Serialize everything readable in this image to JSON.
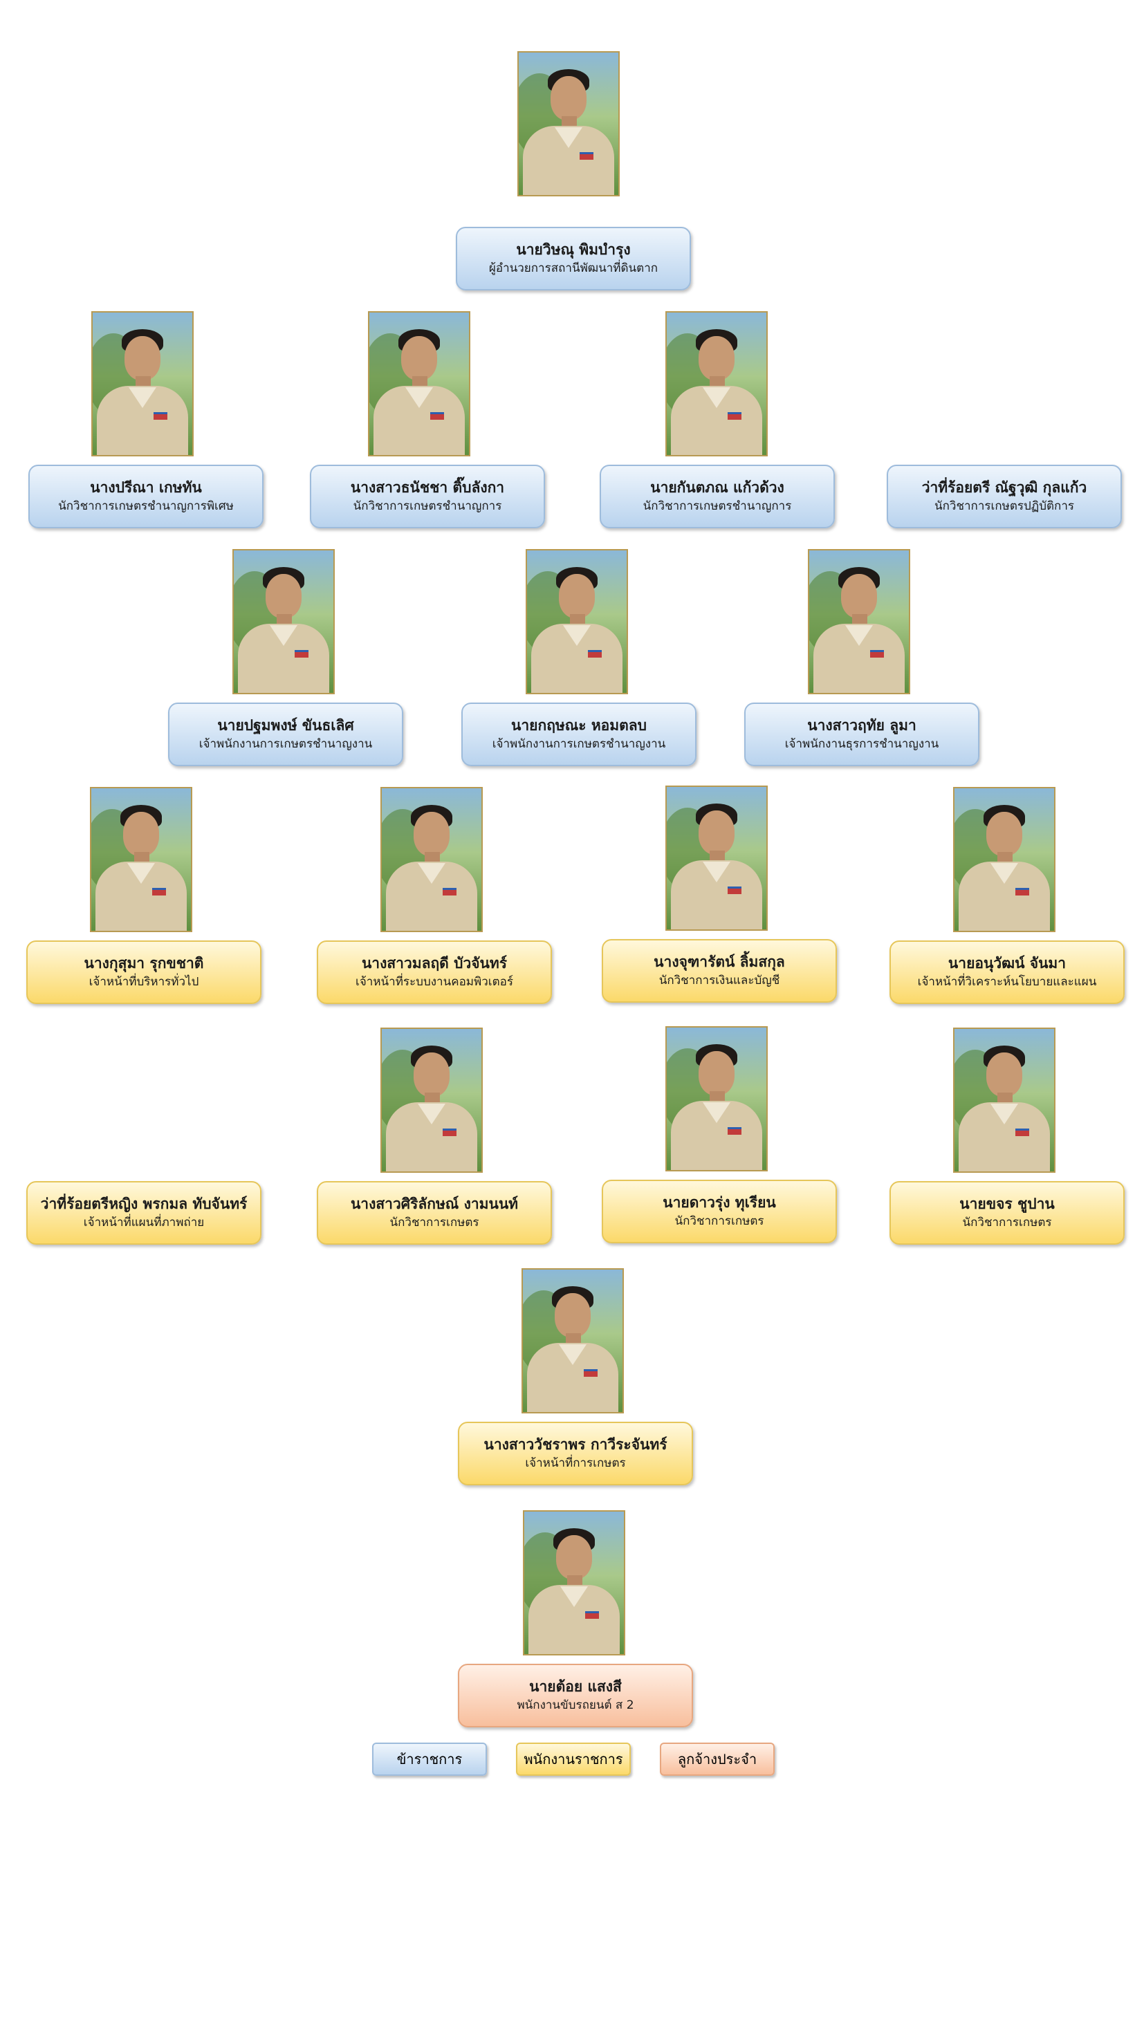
{
  "colors": {
    "civil": "#b9d3ee",
    "staff": "#fbd96a",
    "permanent": "#f8bf9d"
  },
  "people": [
    {
      "id": "director",
      "name": "นายวิษณุ พิมบำรุง",
      "title": "ผู้อำนวยการสถานีพัฒนาที่ดินตาก",
      "category": "civil",
      "has_photo": true
    },
    {
      "id": "p1",
      "name": "นางปรีณา เกษทัน",
      "title": "นักวิชาการเกษตรชำนาญการพิเศษ",
      "category": "civil",
      "has_photo": true
    },
    {
      "id": "p2",
      "name": "นางสาวธนัชชา ติ๊บลังกา",
      "title": "นักวิชาการเกษตรชำนาญการ",
      "category": "civil",
      "has_photo": true
    },
    {
      "id": "p3",
      "name": "นายกันตภณ แก้วด้วง",
      "title": "นักวิชาการเกษตรชำนาญการ",
      "category": "civil",
      "has_photo": true
    },
    {
      "id": "p4",
      "name": "ว่าที่ร้อยตรี ณัฐวุฒิ  กุลแก้ว",
      "title": "นักวิชาการเกษตรปฏิบัติการ",
      "category": "civil",
      "has_photo": false
    },
    {
      "id": "p5",
      "name": "นายปฐมพงษ์ ขันธเลิศ",
      "title": "เจ้าพนักงานการเกษตรชำนาญงาน",
      "category": "civil",
      "has_photo": true
    },
    {
      "id": "p6",
      "name": "นายกฤษณะ หอมตลบ",
      "title": "เจ้าพนักงานการเกษตรชำนาญงาน",
      "category": "civil",
      "has_photo": true
    },
    {
      "id": "p7",
      "name": "นางสาวฤทัย ลูมา",
      "title": "เจ้าพนักงานธุรการชำนาญงาน",
      "category": "civil",
      "has_photo": true
    },
    {
      "id": "p8",
      "name": "นางกุสุมา รุกขชาติ",
      "title": "เจ้าหน้าที่บริหารทั่วไป",
      "category": "staff",
      "has_photo": true
    },
    {
      "id": "p9",
      "name": "นางสาวมลฤดี บัวจันทร์",
      "title": "เจ้าหน้าที่ระบบงานคอมพิวเตอร์",
      "category": "staff",
      "has_photo": true
    },
    {
      "id": "p10",
      "name": "นางจุฑารัตน์ ลิ้มสกุล",
      "title": "นักวิชาการเงินและบัญชี",
      "category": "staff",
      "has_photo": true
    },
    {
      "id": "p11",
      "name": "นายอนุวัฒน์ จันมา",
      "title": "เจ้าหน้าที่วิเคราะห์นโยบายและแผน",
      "category": "staff",
      "has_photo": true
    },
    {
      "id": "p12",
      "name": "ว่าที่ร้อยตรีหญิง พรกมล  ทับจันทร์",
      "title": "เจ้าหน้าที่แผนที่ภาพถ่าย",
      "category": "staff",
      "has_photo": false
    },
    {
      "id": "p13",
      "name": "นางสาวศิริลักษณ์ งามนนท์",
      "title": "นักวิชาการเกษตร",
      "category": "staff",
      "has_photo": true
    },
    {
      "id": "p14",
      "name": "นายดาวรุ่ง ทุเรียน",
      "title": "นักวิชาการเกษตร",
      "category": "staff",
      "has_photo": true
    },
    {
      "id": "p15",
      "name": "นายขจร ชูปาน",
      "title": "นักวิชาการเกษตร",
      "category": "staff",
      "has_photo": true
    },
    {
      "id": "p16",
      "name": "นางสาววัชราพร กาวีระจันทร์",
      "title": "เจ้าหน้าที่การเกษตร",
      "category": "staff",
      "has_photo": true
    },
    {
      "id": "p17",
      "name": "นายต้อย แสงสี",
      "title": "พนักงานขับรถยนต์ ส 2",
      "category": "permanent",
      "has_photo": true
    }
  ],
  "legend": [
    {
      "label": "ข้าราชการ",
      "category": "civil"
    },
    {
      "label": "พนักงานราชการ",
      "category": "staff"
    },
    {
      "label": "ลูกจ้างประจำ",
      "category": "permanent"
    }
  ]
}
